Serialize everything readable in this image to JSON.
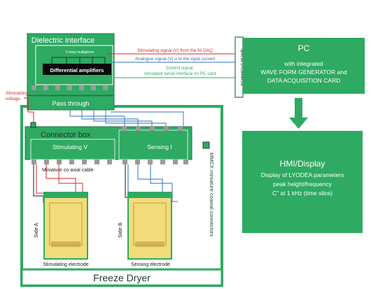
{
  "dielectric_interface": {
    "title": "Dielectric interface",
    "relay_label": "5 relay multiplexer",
    "amplifiers_label": "Differential amplifiers"
  },
  "pass_through": {
    "label": "Pass through"
  },
  "stimulating_voltage": {
    "line1": "Stimulating",
    "line2": "voltage"
  },
  "signals": {
    "stimulating": "Stimulating  signal (V) from the NI DAQ",
    "analogue": "Analogue signal (V)  α to the input current",
    "control_line1": "Control signal:",
    "control_line2": "simulated serial interface on PC card"
  },
  "d_connector": {
    "label": "Special D-connector"
  },
  "pc": {
    "title": "PC",
    "line1": "with integrated",
    "line2": "WAVE FORM GENERATOR and",
    "line3": "DATA ACQUISITION CARD"
  },
  "hmi": {
    "title": "HMI/Display",
    "line1": "Display of LYODEA parameters",
    "line2": "peak height/frequency",
    "line3": "C” at 1 kHz (time slice)"
  },
  "connector_box": {
    "title": "Connector box",
    "stimulating": "Stimulating  V",
    "sensing": "Sensing  I"
  },
  "coax_label": "Miniature co-axial cable",
  "mmcx_label": "MMCX miniature coaxial connectors",
  "electrodes": {
    "side_a": "Side A",
    "side_b": "Side B",
    "stimulating": "Stimulating electrode",
    "sensing": "Sensing electrode"
  },
  "freeze_dryer": {
    "label": "Freeze Dryer"
  },
  "colors": {
    "green": "#2eaa62",
    "dark_green": "#1e7a44",
    "red": "#d42a2a",
    "blue": "#2f6fb8",
    "yellow": "#f2dc7a",
    "tan": "#c9a24a"
  }
}
